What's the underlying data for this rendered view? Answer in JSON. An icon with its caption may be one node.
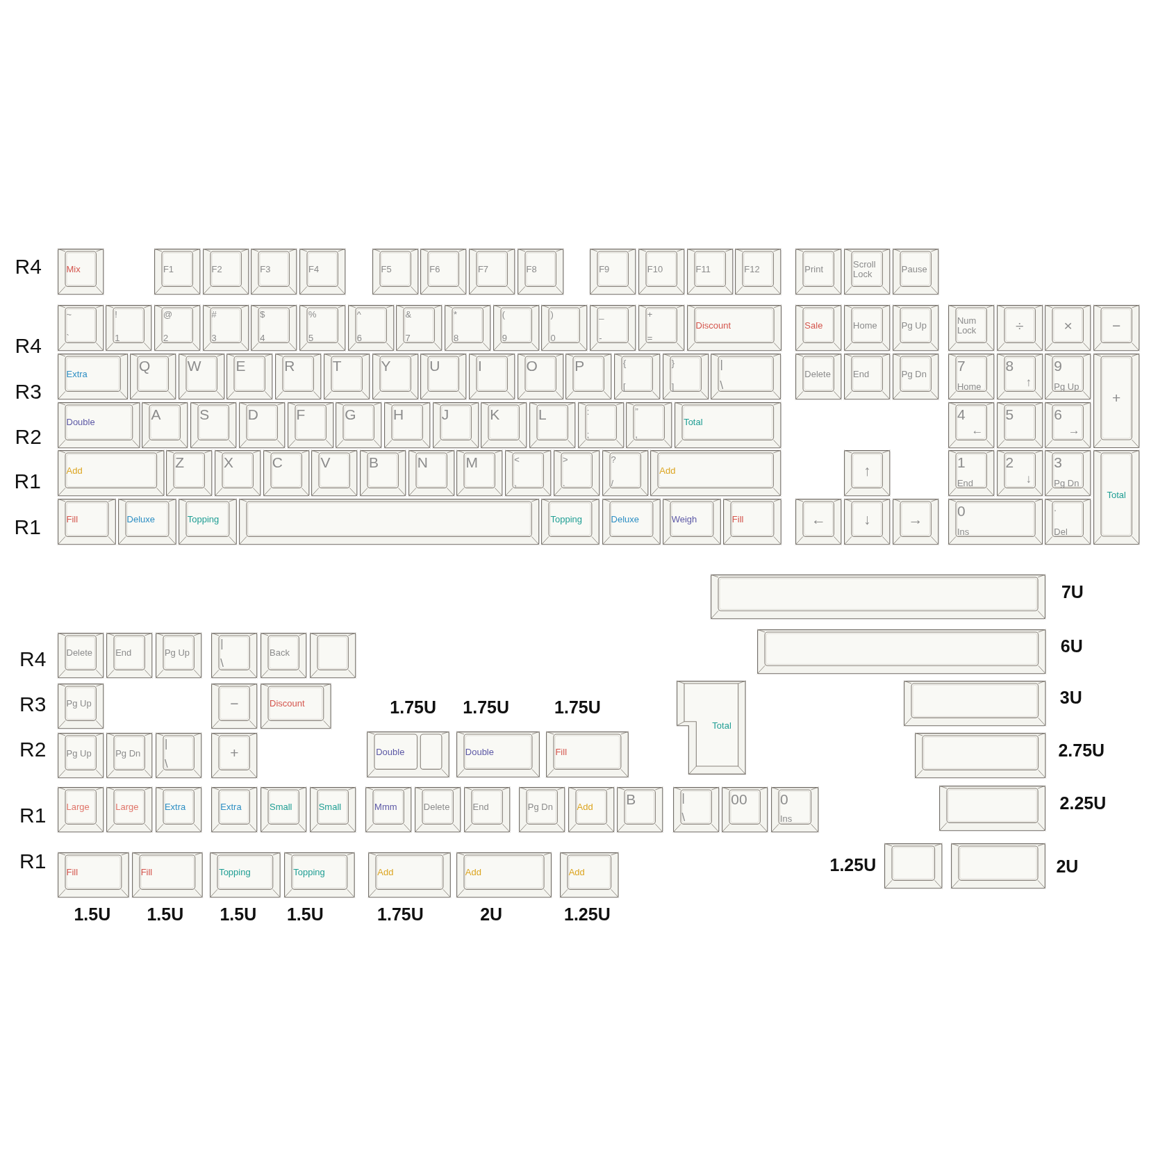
{
  "diagram": {
    "nodes": [
      {
        "text": [
          "Mix"
        ]
      },
      {
        "text": [
          "F1"
        ]
      },
      {
        "text": [
          "F2"
        ]
      },
      {
        "text": [
          "F3"
        ]
      },
      {
        "text": [
          "F4"
        ]
      },
      {
        "text": [
          "F5"
        ]
      },
      {
        "text": [
          "F6"
        ]
      },
      {
        "text": [
          "F7"
        ]
      },
      {
        "text": [
          "F8"
        ]
      },
      {
        "text": [
          "F9"
        ]
      },
      {
        "text": [
          "F10"
        ]
      },
      {
        "text": [
          "F11"
        ]
      },
      {
        "text": [
          "F12"
        ]
      },
      {
        "text": [
          "Print"
        ]
      },
      {
        "text": [
          "Scroll Lock"
        ]
      },
      {
        "text": [
          "Pause"
        ]
      },
      {
        "text": [
          "~",
          "`"
        ]
      },
      {
        "text": [
          "!",
          "1"
        ]
      },
      {
        "text": [
          "@",
          "2"
        ]
      },
      {
        "text": [
          "#",
          "3"
        ]
      },
      {
        "text": [
          "$",
          "4"
        ]
      },
      {
        "text": [
          "%",
          "5"
        ]
      },
      {
        "text": [
          "^",
          "6"
        ]
      },
      {
        "text": [
          "&",
          "7"
        ]
      },
      {
        "text": [
          "*",
          "8"
        ]
      },
      {
        "text": [
          "(",
          "9"
        ]
      },
      {
        "text": [
          ")",
          "0"
        ]
      },
      {
        "text": [
          "_",
          "-"
        ]
      },
      {
        "text": [
          "+",
          "="
        ]
      },
      {
        "text": [
          "Discount"
        ]
      },
      {
        "text": [
          "Sale"
        ]
      },
      {
        "text": [
          "Home"
        ]
      },
      {
        "text": [
          "Pg Up"
        ]
      },
      {
        "text": [
          "Num Lock"
        ]
      },
      {
        "text": [
          "÷"
        ]
      },
      {
        "text": [
          "×"
        ]
      },
      {
        "text": [
          "−"
        ]
      },
      {
        "text": [
          "Extra"
        ]
      },
      {
        "text": [
          "Q"
        ]
      },
      {
        "text": [
          "W"
        ]
      },
      {
        "text": [
          "E"
        ]
      },
      {
        "text": [
          "R"
        ]
      },
      {
        "text": [
          "T"
        ]
      },
      {
        "text": [
          "Y"
        ]
      },
      {
        "text": [
          "U"
        ]
      },
      {
        "text": [
          "I"
        ]
      },
      {
        "text": [
          "O"
        ]
      },
      {
        "text": [
          "P"
        ]
      },
      {
        "text": [
          "{",
          "["
        ]
      },
      {
        "text": [
          "}",
          "]"
        ]
      },
      {
        "text": [
          "|",
          "\\"
        ]
      },
      {
        "text": [
          "Delete"
        ]
      },
      {
        "text": [
          "End"
        ]
      },
      {
        "text": [
          "Pg Dn"
        ]
      },
      {
        "text": [
          "7",
          "Home"
        ]
      },
      {
        "text": [
          "8",
          "↑"
        ]
      },
      {
        "text": [
          "9",
          "Pg Up"
        ]
      },
      {
        "text": [
          "+"
        ]
      },
      {
        "text": [
          "Double"
        ]
      },
      {
        "text": [
          "A"
        ]
      },
      {
        "text": [
          "S"
        ]
      },
      {
        "text": [
          "D"
        ]
      },
      {
        "text": [
          "F"
        ]
      },
      {
        "text": [
          "G"
        ]
      },
      {
        "text": [
          "H"
        ]
      },
      {
        "text": [
          "J"
        ]
      },
      {
        "text": [
          "K"
        ]
      },
      {
        "text": [
          "L"
        ]
      },
      {
        "text": [
          ":",
          ";"
        ]
      },
      {
        "text": [
          "”",
          ","
        ]
      },
      {
        "text": [
          "Total"
        ]
      },
      {
        "text": [
          "4",
          "←"
        ]
      },
      {
        "text": [
          "5"
        ]
      },
      {
        "text": [
          "6",
          "→"
        ]
      },
      {
        "text": [
          "Add"
        ]
      },
      {
        "text": [
          "Z"
        ]
      },
      {
        "text": [
          "X"
        ]
      },
      {
        "text": [
          "C"
        ]
      },
      {
        "text": [
          "V"
        ]
      },
      {
        "text": [
          "B"
        ]
      },
      {
        "text": [
          "N"
        ]
      },
      {
        "text": [
          "M"
        ]
      },
      {
        "text": [
          "<",
          ","
        ]
      },
      {
        "text": [
          ">",
          "."
        ]
      },
      {
        "text": [
          "?",
          "/"
        ]
      },
      {
        "text": [
          "Add"
        ]
      },
      {
        "text": [
          "↑"
        ]
      },
      {
        "text": [
          "1",
          "End"
        ]
      },
      {
        "text": [
          "2",
          "↓"
        ]
      },
      {
        "text": [
          "3",
          "Pg Dn"
        ]
      },
      {
        "text": [
          "Total"
        ]
      },
      {
        "text": [
          "Fill"
        ]
      },
      {
        "text": [
          "Deluxe"
        ]
      },
      {
        "text": [
          "Topping"
        ]
      },
      {
        "text": [],
        "shape": "box"
      },
      {
        "text": [
          "Topping"
        ]
      },
      {
        "text": [
          "Deluxe"
        ]
      },
      {
        "text": [
          "Weigh"
        ]
      },
      {
        "text": [
          "Fill"
        ]
      },
      {
        "text": [
          "←"
        ]
      },
      {
        "text": [
          "↓"
        ]
      },
      {
        "text": [
          "→"
        ]
      },
      {
        "text": [
          "0",
          "Ins"
        ]
      },
      {
        "text": [
          ".",
          "Del"
        ]
      },
      {
        "text": [],
        "shape": "box",
        "beside": [
          "7U"
        ]
      },
      {
        "text": [
          "Delete"
        ]
      },
      {
        "text": [
          "End"
        ]
      },
      {
        "text": [
          "Pg Up"
        ]
      },
      {
        "text": [
          "|",
          "\\"
        ]
      },
      {
        "text": [
          "Back"
        ]
      },
      {
        "text": [],
        "shape": "box"
      },
      {
        "text": [],
        "shape": "box",
        "beside": [
          "6U"
        ]
      },
      {
        "text": [
          "Pg Up"
        ]
      },
      {
        "text": [
          "−"
        ]
      },
      {
        "text": [
          "Discount"
        ]
      },
      {
        "text": [
          "Total"
        ]
      },
      {
        "text": [],
        "shape": "box",
        "beside": [
          "3U"
        ]
      },
      {
        "text": [
          "Pg Up"
        ]
      },
      {
        "text": [
          "Pg Dn"
        ]
      },
      {
        "text": [
          "|",
          "\\"
        ]
      },
      {
        "text": [
          "+"
        ]
      },
      {
        "text": [
          "Double"
        ],
        "beside": [
          "1.75U"
        ]
      },
      {
        "text": [
          "Double"
        ],
        "beside": [
          "1.75U"
        ]
      },
      {
        "text": [
          "Fill"
        ],
        "beside": [
          "1.75U"
        ]
      },
      {
        "text": [],
        "shape": "box",
        "beside": [
          "2.75U"
        ]
      },
      {
        "text": [
          "Large"
        ]
      },
      {
        "text": [
          "Large"
        ]
      },
      {
        "text": [
          "Extra"
        ]
      },
      {
        "text": [
          "Extra"
        ]
      },
      {
        "text": [
          "Small"
        ]
      },
      {
        "text": [
          "Small"
        ]
      },
      {
        "text": [
          "Mmm"
        ]
      },
      {
        "text": [
          "Delete"
        ]
      },
      {
        "text": [
          "End"
        ]
      },
      {
        "text": [
          "Pg Dn"
        ]
      },
      {
        "text": [
          "Add"
        ]
      },
      {
        "text": [
          "B"
        ]
      },
      {
        "text": [
          "|",
          "\\"
        ]
      },
      {
        "text": [
          "00"
        ]
      },
      {
        "text": [
          "0",
          "Ins"
        ]
      },
      {
        "text": [],
        "shape": "box",
        "beside": [
          "2.25U"
        ]
      },
      {
        "text": [
          "Fill"
        ],
        "beside": [
          "1.5U"
        ]
      },
      {
        "text": [
          "Fill"
        ],
        "beside": [
          "1.5U"
        ]
      },
      {
        "text": [
          "Topping"
        ],
        "beside": [
          "1.5U"
        ]
      },
      {
        "text": [
          "Topping"
        ],
        "beside": [
          "1.5U"
        ]
      },
      {
        "text": [
          "Add"
        ],
        "beside": [
          "1.75U"
        ]
      },
      {
        "text": [
          "Add"
        ],
        "beside": [
          "2U"
        ]
      },
      {
        "text": [
          "Add"
        ],
        "beside": [
          "1.25U"
        ]
      },
      {
        "text": [],
        "shape": "box",
        "beside": [
          "1.25U"
        ]
      },
      {
        "text": [],
        "shape": "box",
        "beside": [
          "2U"
        ]
      }
    ],
    "labels": [
      "R4",
      "R4",
      "R3",
      "R2",
      "R1",
      "R1",
      "R4",
      "R3",
      "R2",
      "R1",
      "R1"
    ]
  }
}
